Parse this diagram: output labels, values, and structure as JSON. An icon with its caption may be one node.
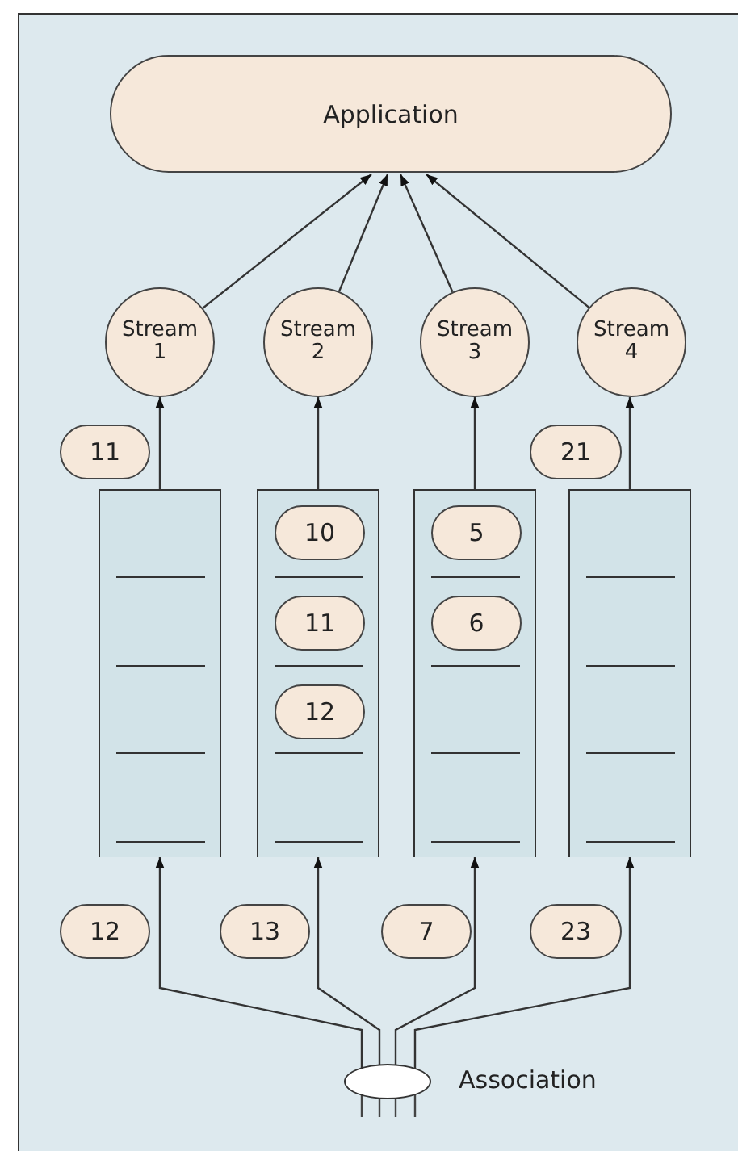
{
  "diagram": {
    "nodes": [
      {
        "text": [
          "Application"
        ]
      },
      {
        "text": [
          "Stream 1"
        ]
      },
      {
        "text": [
          "Stream 2"
        ]
      },
      {
        "text": [
          "Stream 3"
        ]
      },
      {
        "text": [
          "Stream 4"
        ]
      },
      {
        "text": [
          "11"
        ]
      },
      {
        "text": [
          "21"
        ]
      },
      {
        "text": [],
        "shape": "box"
      },
      {
        "text": [],
        "shape": "box"
      },
      {
        "text": [
          "10"
        ],
        "in": 8
      },
      {
        "text": [
          "11"
        ],
        "in": 8
      },
      {
        "text": [
          "12"
        ],
        "in": 8
      },
      {
        "text": [],
        "shape": "box"
      },
      {
        "text": [
          "5"
        ],
        "in": 12
      },
      {
        "text": [
          "6"
        ],
        "in": 12
      },
      {
        "text": [],
        "shape": "box"
      },
      {
        "text": [
          "12"
        ]
      },
      {
        "text": [
          "13"
        ]
      },
      {
        "text": [
          "7"
        ]
      },
      {
        "text": [
          "23"
        ]
      },
      {
        "text": [],
        "shape": "ellipse",
        "beside": [
          "Association"
        ]
      }
    ],
    "edges": [
      {
        "from": 1,
        "to": 0,
        "arrow": "to"
      },
      {
        "from": 2,
        "to": 0,
        "arrow": "to"
      },
      {
        "from": 3,
        "to": 0,
        "arrow": "to"
      },
      {
        "from": 4,
        "to": 0,
        "arrow": "to"
      },
      {
        "from": 7,
        "to": 1,
        "arrow": "to"
      },
      {
        "from": 8,
        "to": 2,
        "arrow": "to"
      },
      {
        "from": 12,
        "to": 3,
        "arrow": "to"
      },
      {
        "from": 15,
        "to": 4,
        "arrow": "to"
      },
      {
        "from": 20,
        "to": 7,
        "arrow": "to"
      },
      {
        "from": 20,
        "to": 8,
        "arrow": "to"
      },
      {
        "from": 20,
        "to": 12,
        "arrow": "to"
      },
      {
        "from": 20,
        "to": 15,
        "arrow": "to"
      }
    ]
  }
}
